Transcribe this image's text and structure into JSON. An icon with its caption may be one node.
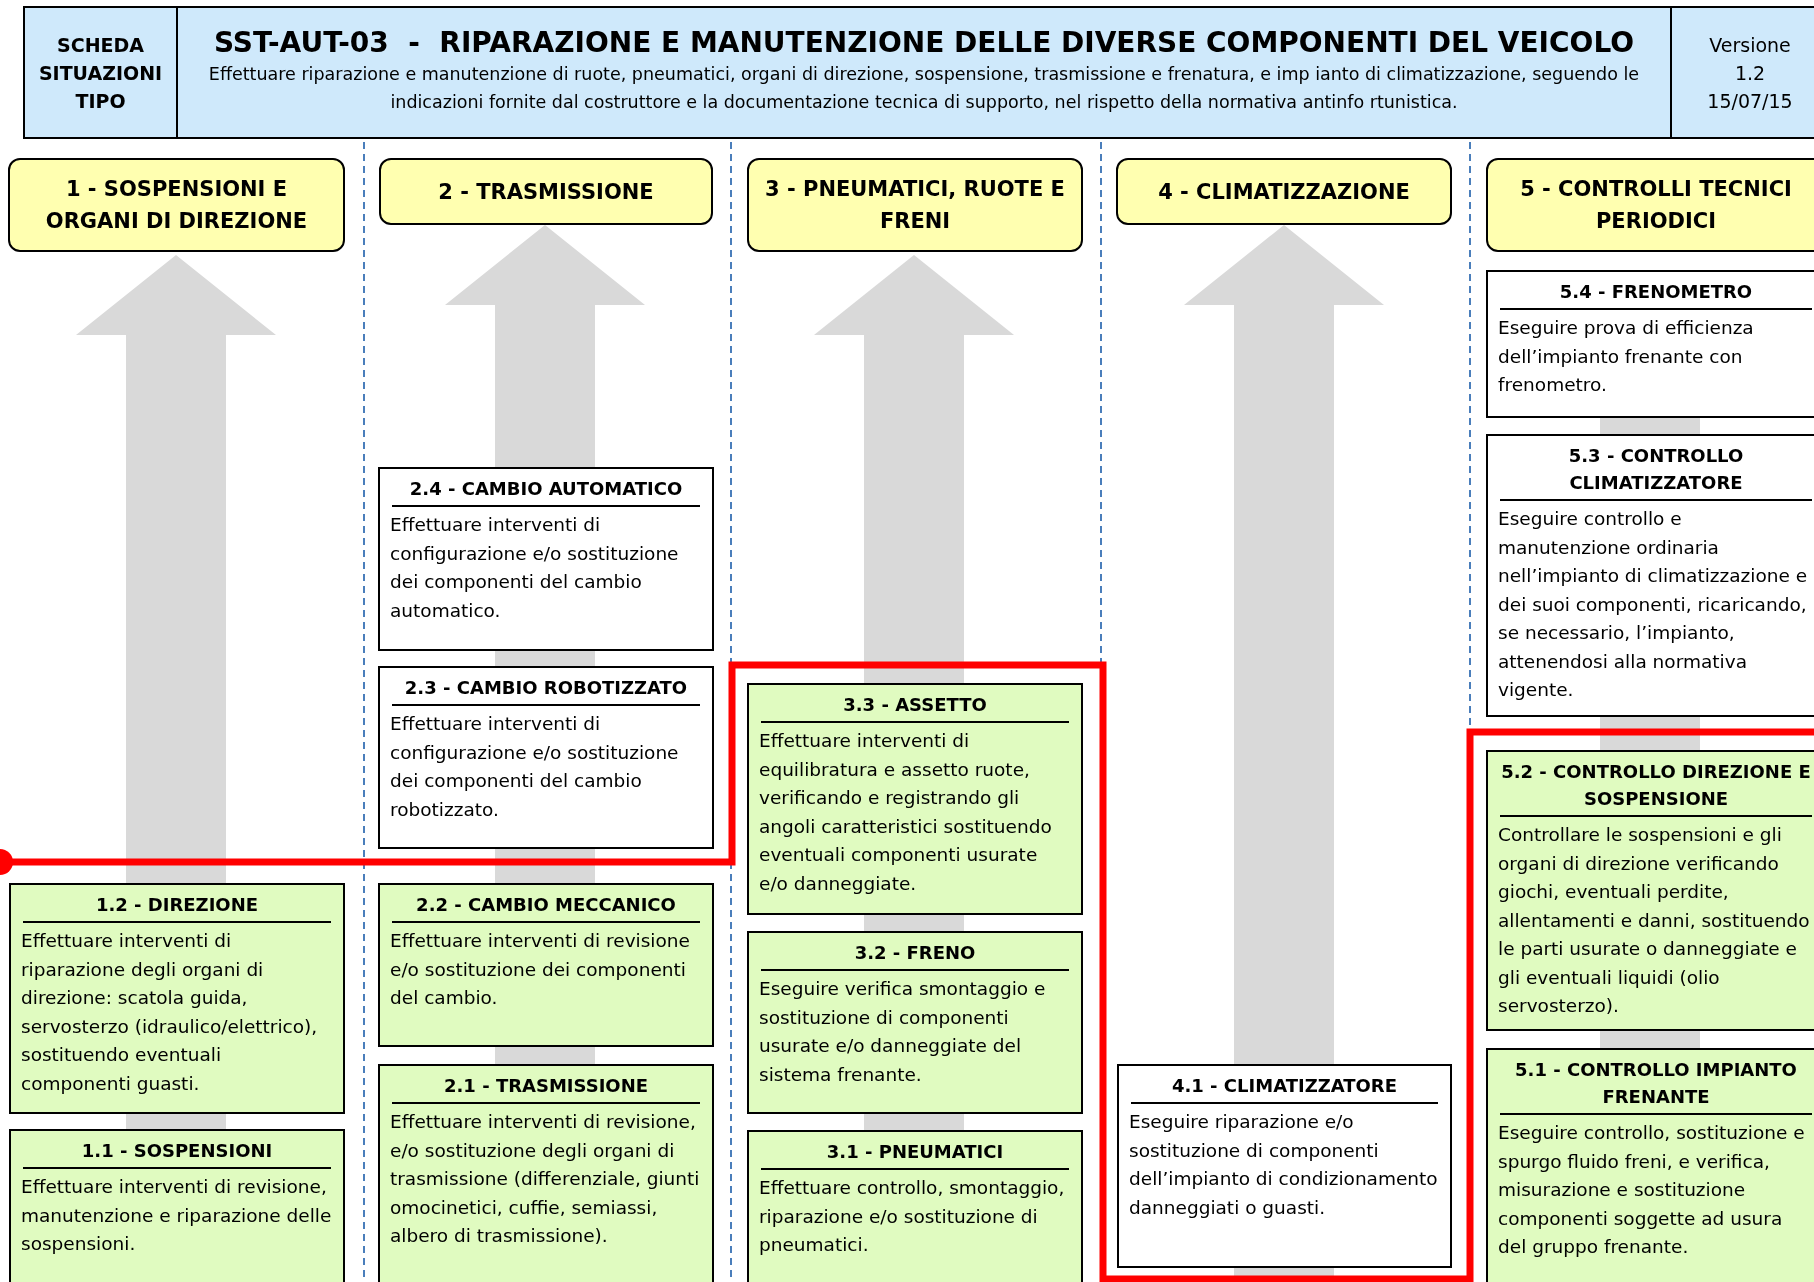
{
  "diagram": {
    "nodes": [
      {
        "text": [
          "SCHEDA SITUAZIONI TIPO"
        ]
      },
      {
        "text": [
          "SST-AUT-03  -  RIPARAZIONE E MANUTENZIONE DELLE DIVERSE COMPONENTI DEL VEICOLO",
          "Effettuare riparazione e manutenzione di ruote, pneumatici, organi di direzione, sospensione, trasmissione e frenatura, e imp ianto di climatizzazione, seguendo le indicazioni fornite dal costruttore e la documentazione tecnica di supporto, nel rispetto della normativa antinfo rtunistica."
        ]
      },
      {
        "text": [
          "Versione 1.2 15/07/15"
        ]
      },
      {
        "text": [
          "1 - SOSPENSIONI E ORGANI DI DIREZIONE"
        ]
      },
      {
        "text": [
          "2 - TRASMISSIONE"
        ]
      },
      {
        "text": [
          "3 - PNEUMATICI, RUOTE E FRENI"
        ]
      },
      {
        "text": [
          "4 - CLIMATIZZAZIONE"
        ]
      },
      {
        "text": [
          "5 - CONTROLLI TECNICI PERIODICI"
        ]
      },
      {
        "text": [
          "5.4 - FRENOMETRO",
          "Eseguire prova di efficienza dell’impianto frenante con frenometro."
        ]
      },
      {
        "text": [
          "2.4 - CAMBIO AUTOMATICO",
          "Effettuare interventi di configurazione e/o sostituzione dei componenti del cambio automatico."
        ]
      },
      {
        "text": [
          "5.3 - CONTROLLO CLIMATIZZATORE",
          "Eseguire controllo e manutenzione ordinaria nell’impianto di climatizzazione e dei suoi componenti, ricaricando, se necessario, l’impianto, attenendosi alla normativa vigente."
        ]
      },
      {
        "text": [
          "2.3 - CAMBIO ROBOTIZZATO",
          "Effettuare interventi di configurazione e/o sostituzione dei componenti del cambio robotizzato."
        ]
      },
      {
        "text": [
          "3.3 - ASSETTO",
          "Effettuare interventi di equilibratura e assetto ruote, verificando e registrando gli angoli caratteristici sostituendo eventuali componenti usurate e/o danneggiate."
        ]
      },
      {
        "text": [
          "5.2 - CONTROLLO DIREZIONE E SOSPENSIONE",
          "Controllare le sospensioni e gli organi di direzione verificando giochi, eventuali perdite, allentamenti e danni, sostituendo le parti usurate o danneggiate e gli eventuali liquidi (olio servosterzo)."
        ]
      },
      {
        "text": [
          "1.2 - DIREZIONE",
          "Effettuare interventi di riparazione degli organi di direzione: scatola guida, servosterzo (idraulico/elettrico), sostituendo eventuali componenti guasti."
        ]
      },
      {
        "text": [
          "2.2 - CAMBIO MECCANICO",
          "Effettuare interventi di revisione e/o sostituzione dei componenti del cambio."
        ]
      },
      {
        "text": [
          "3.2 - FRENO",
          "Eseguire verifica smontaggio e sostituzione di componenti usurate e/o danneggiate del sistema frenante."
        ]
      },
      {
        "text": [
          "5.1 - CONTROLLO IMPIANTO FRENANTE",
          "Eseguire controllo, sostituzione e spurgo fluido freni, e verifica, misurazione e sostituzione componenti soggette ad usura del gruppo frenante."
        ]
      },
      {
        "text": [
          "2.1 - TRASMISSIONE",
          "Effettuare interventi di revisione, e/o sostituzione degli organi di trasmissione (differenziale, giunti omocinetici, cuffie, semiassi, albero di trasmissione)."
        ]
      },
      {
        "text": [
          "4.1 - CLIMATIZZATORE",
          "Eseguire riparazione e/o sostituzione di componenti dell’impianto di condizionamento danneggiati o guasti."
        ]
      },
      {
        "text": [
          "1.1 - SOSPENSIONI",
          "Effettuare interventi di revisione, manutenzione e riparazione delle sospensioni."
        ]
      },
      {
        "text": [
          "3.1 - PNEUMATICI",
          "Effettuare controllo, smontaggio, riparazione e/o sostituzione di pneumatici."
        ]
      }
    ]
  }
}
